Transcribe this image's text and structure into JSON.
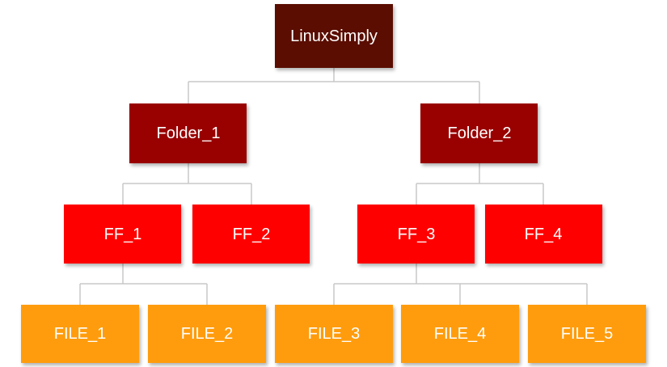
{
  "colors": {
    "root": "#5a0f00",
    "folder": "#990000",
    "subfolder": "#ff0000",
    "file": "#ff9c0d",
    "connector": "#c8c8c8"
  },
  "tree": {
    "root": {
      "label": "LinuxSimply"
    },
    "folders": [
      {
        "label": "Folder_1"
      },
      {
        "label": "Folder_2"
      }
    ],
    "subfolders": [
      {
        "label": "FF_1"
      },
      {
        "label": "FF_2"
      },
      {
        "label": "FF_3"
      },
      {
        "label": "FF_4"
      }
    ],
    "files": [
      {
        "label": "FILE_1"
      },
      {
        "label": "FILE_2"
      },
      {
        "label": "FILE_3"
      },
      {
        "label": "FILE_4"
      },
      {
        "label": "FILE_5"
      }
    ]
  }
}
